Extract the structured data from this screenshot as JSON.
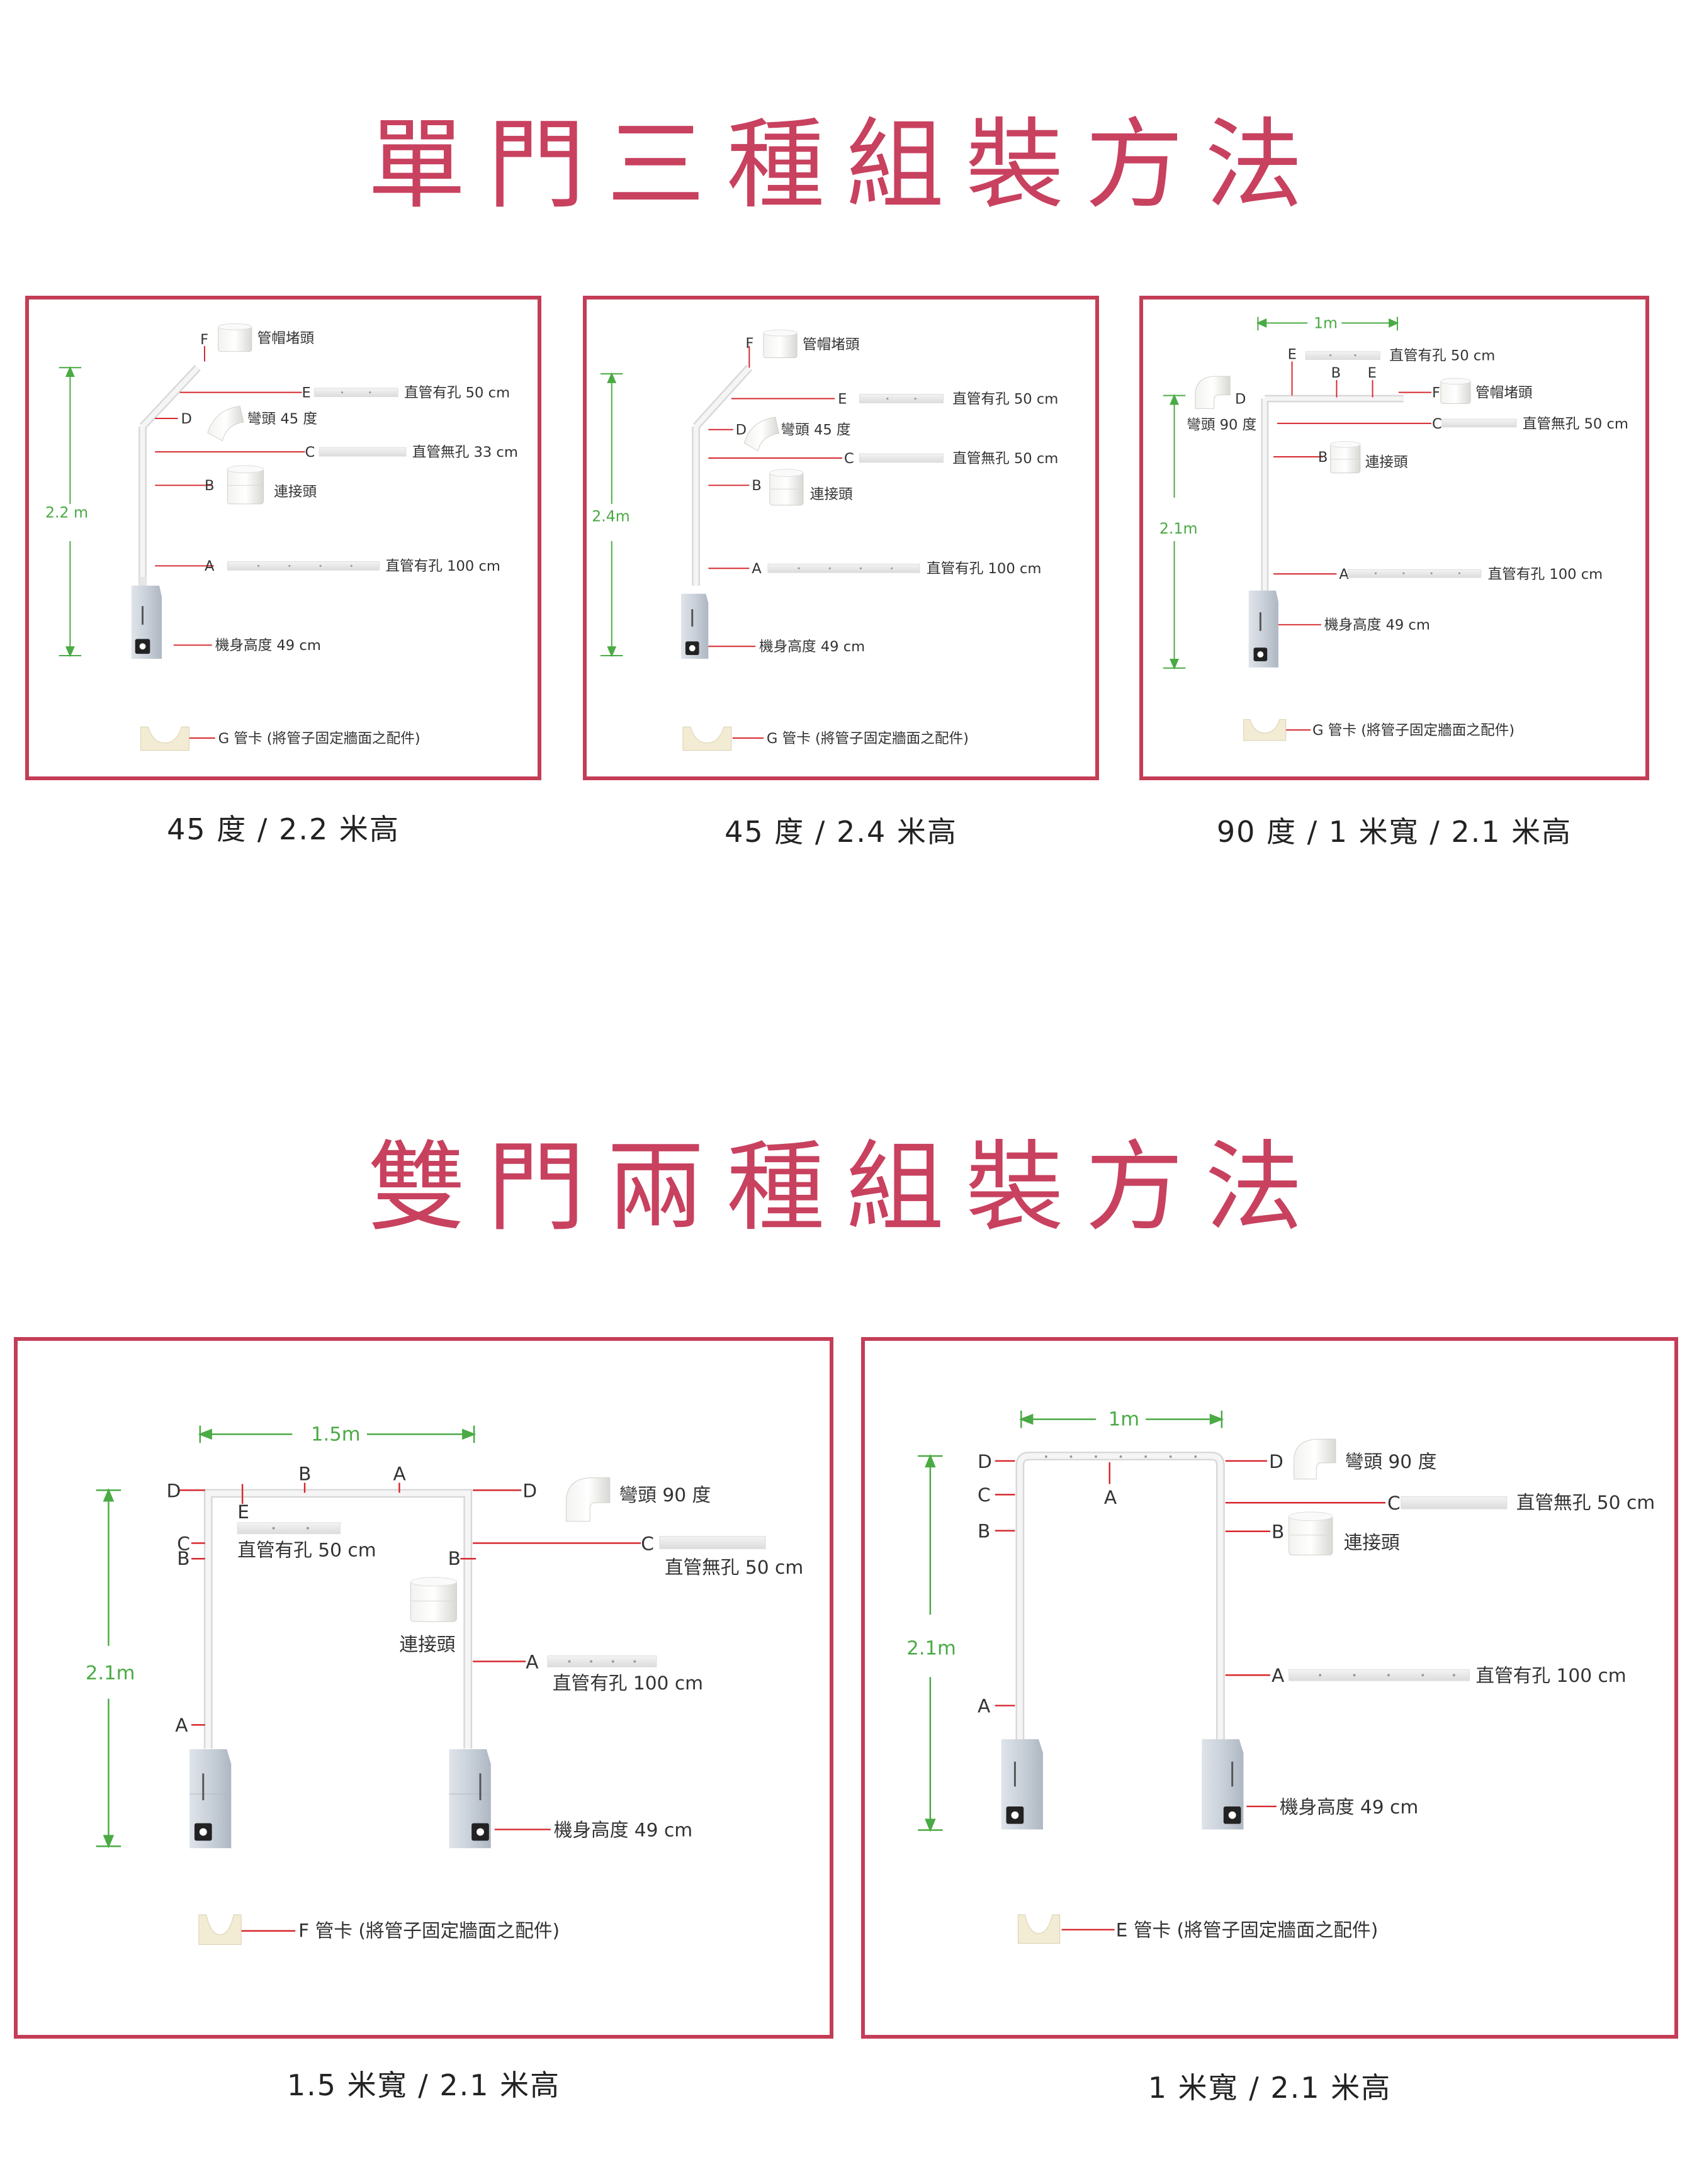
{
  "titles": {
    "single": "單門三種組裝方法",
    "double": "雙門兩種組裝方法"
  },
  "colors": {
    "title": "#c8415f",
    "frame": "#c43d56",
    "leader": "#d6282e",
    "dimension": "#4aaa44"
  },
  "labels": {
    "cap": "管帽堵頭",
    "elbow45": "彎頭 45 度",
    "elbow90": "彎頭 90 度",
    "connector": "連接頭",
    "pipe_holes_50": "直管有孔 50 cm",
    "pipe_noholes_33": "直管無孔 33 cm",
    "pipe_noholes_50": "直管無孔 50 cm",
    "pipe_holes_100": "直管有孔 100 cm",
    "body_height": "機身高度 49 cm",
    "clip_g": "G 管卡 (將管子固定牆面之配件)",
    "clip_f": "F 管卡 (將管子固定牆面之配件)",
    "clip_e": "E 管卡 (將管子固定牆面之配件)"
  },
  "letters": {
    "A": "A",
    "B": "B",
    "C": "C",
    "D": "D",
    "E": "E",
    "F": "F"
  },
  "dimensions": {
    "h22": "2.2 m",
    "h24": "2.4m",
    "h21": "2.1m",
    "w1": "1m",
    "w15": "1.5m"
  },
  "captions": {
    "p1": "45 度 / 2.2 米高",
    "p2": "45 度 / 2.4 米高",
    "p3": "90 度 / 1 米寬 / 2.1 米高",
    "p4": "1.5 米寬 / 2.1 米高",
    "p5": "1 米寬 / 2.1 米高"
  }
}
